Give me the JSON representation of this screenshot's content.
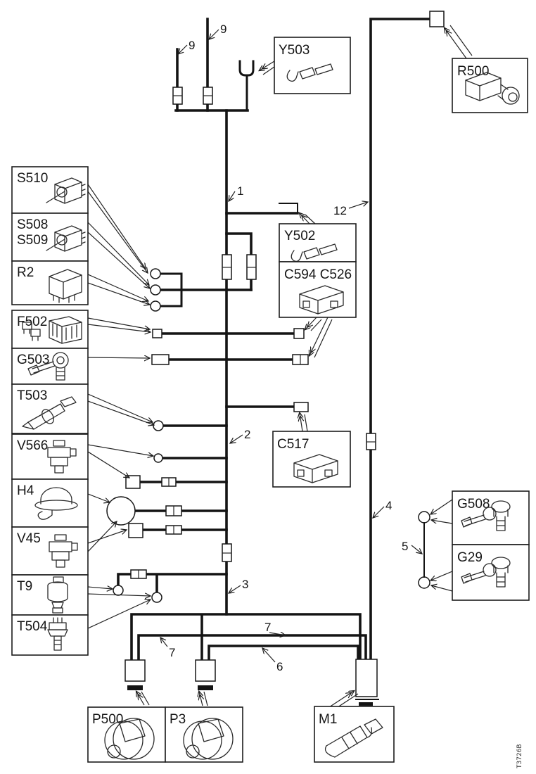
{
  "page": {
    "background": "#ffffff",
    "ink": "#141414"
  },
  "diagram": {
    "footer_code": "T3726B",
    "component_boxes": {
      "s510": {
        "label": "S510",
        "icon": "toggle-switch"
      },
      "s508s509": {
        "label_line1": "S508",
        "label_line2": "S509",
        "icon": "toggle-switch"
      },
      "r2": {
        "label": "R2",
        "icon": "relay"
      },
      "f502": {
        "label": "F502",
        "icon": "fuse-holder"
      },
      "g503": {
        "label": "G503",
        "icon": "ground-bolt"
      },
      "t503": {
        "label": "T503",
        "icon": "temperature-sensor"
      },
      "v566": {
        "label": "V566",
        "icon": "solenoid-valve"
      },
      "h4": {
        "label": "H4",
        "icon": "horn"
      },
      "v45": {
        "label": "V45",
        "icon": "solenoid-valve"
      },
      "t9": {
        "label": "T9",
        "icon": "sensor"
      },
      "t504": {
        "label": "T504",
        "icon": "sensor"
      },
      "y503": {
        "label": "Y503",
        "icon": "cable-terminal"
      },
      "y502": {
        "label": "Y502",
        "icon": "cable-terminal"
      },
      "c594c526": {
        "label": "C594 C526",
        "icon": "connector-housing"
      },
      "c517": {
        "label": "C517",
        "icon": "connector-housing"
      },
      "r500": {
        "label": "R500",
        "icon": "resistor-unit"
      },
      "g508": {
        "label": "G508",
        "icon": "ground-bolt"
      },
      "g29": {
        "label": "G29",
        "icon": "ground-bolt"
      },
      "p500": {
        "label": "P500",
        "icon": "gauge"
      },
      "p3": {
        "label": "P3",
        "icon": "gauge"
      },
      "m1": {
        "label": "M1",
        "icon": "starter-motor"
      }
    },
    "wire_labels": {
      "w9_left": "9",
      "w9_mid": "9",
      "w1": "1",
      "w12": "12",
      "w2": "2",
      "w3": "3",
      "w4": "4",
      "w5": "5",
      "w6": "6",
      "w7_left": "7",
      "w7_right": "7"
    }
  }
}
